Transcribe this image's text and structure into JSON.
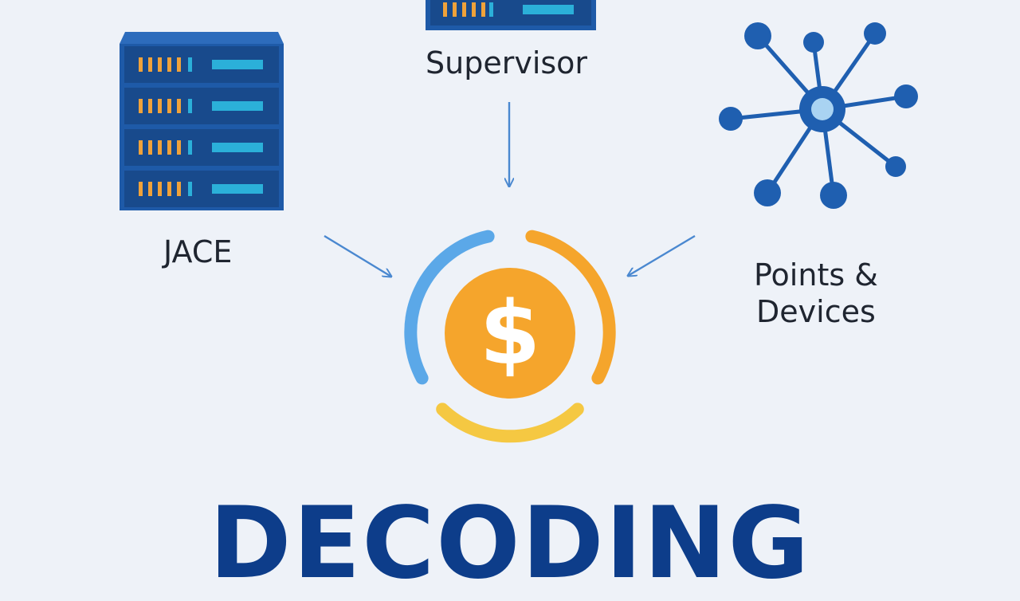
{
  "labels": {
    "supervisor": "Supervisor",
    "jace": "JACE",
    "points_line1": "Points &",
    "points_line2": "Devices"
  },
  "center_icon": {
    "symbol": "$",
    "name": "dollar-coin-icon"
  },
  "headline": "DECODING",
  "icons": [
    "server-rack-icon",
    "network-hub-icon",
    "dollar-coin-icon",
    "arrow-icon"
  ],
  "colors": {
    "background": "#eef2f8",
    "server_blue": "#1e5aa8",
    "server_dark": "#184a8c",
    "led_orange": "#f0a23a",
    "led_cyan": "#2bb0d9",
    "network_blue": "#1f5fb0",
    "network_core": "#a9d3f2",
    "coin_orange": "#f5a52c",
    "arc_blue": "#5ba8e8",
    "arc_orange": "#f5a52c",
    "arc_yellow": "#f5c842",
    "arrow_blue": "#4a88d0",
    "headline_navy": "#0d3d8a",
    "text_dark": "#1f2530"
  }
}
